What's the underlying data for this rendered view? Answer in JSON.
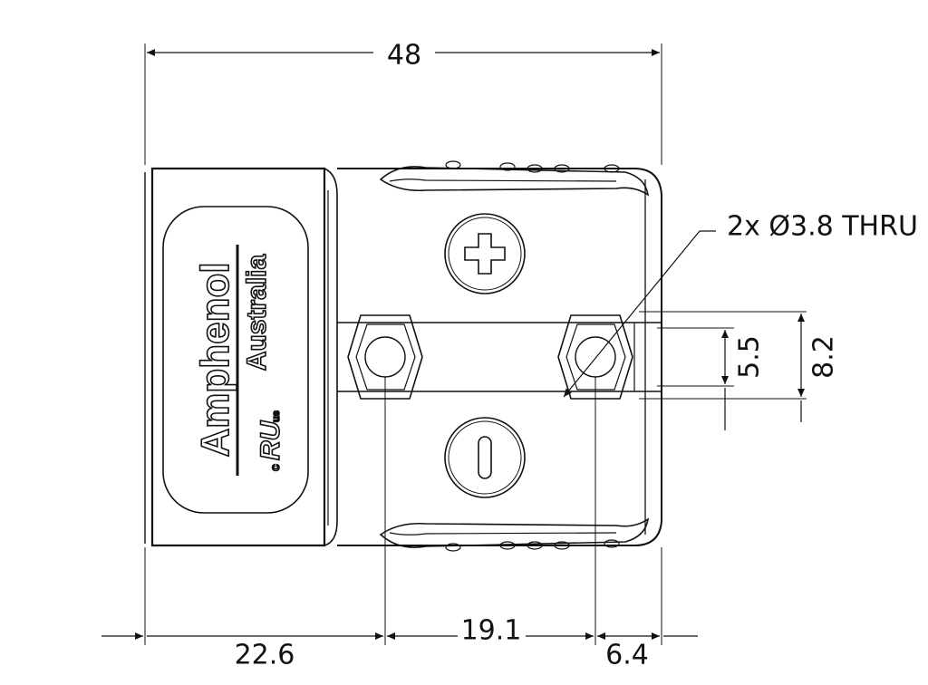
{
  "dimensions": {
    "overall_width": "48",
    "left_to_hole": "22.6",
    "hole_spacing": "19.1",
    "hole_to_edge": "6.4",
    "slot_height": "5.5",
    "housing_height": "8.2"
  },
  "callout": {
    "hole_note": "2x Ø3.8 THRU"
  },
  "logo": {
    "brand": "Amphenol",
    "region": "Australia",
    "cert_mark": "c",
    "cert_mark_main": "RU",
    "cert_mark_suffix": "us"
  },
  "terminals": {
    "positive_symbol": "+",
    "negative_symbol": "−"
  }
}
